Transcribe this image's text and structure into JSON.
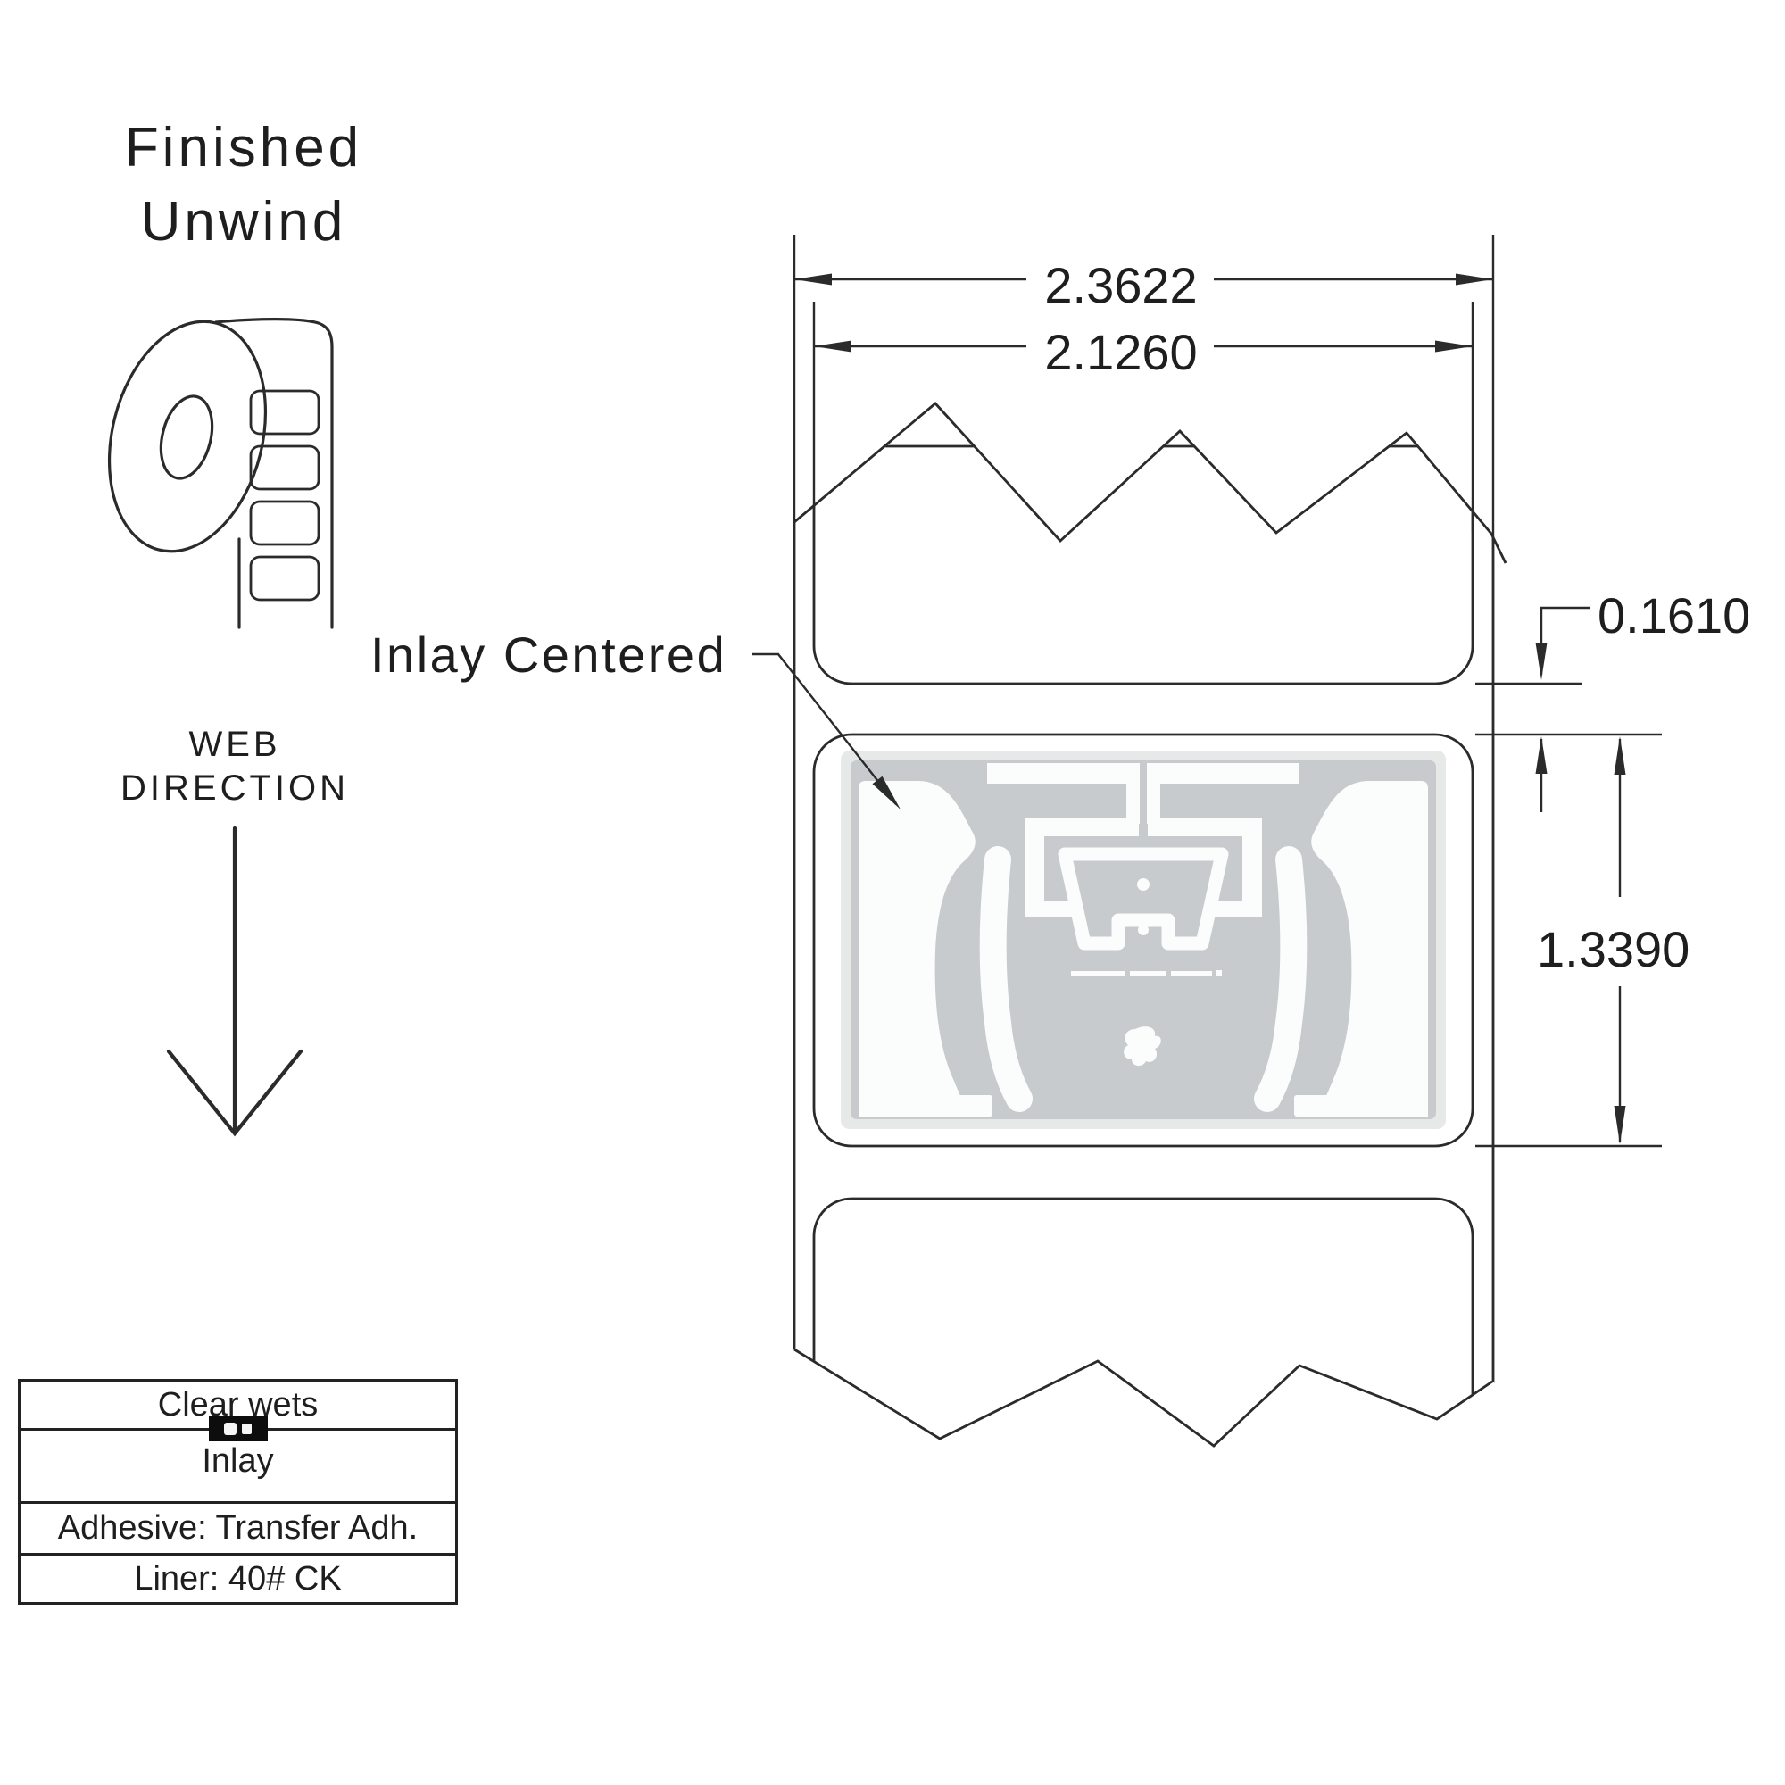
{
  "titles": {
    "finished_line1": "Finished",
    "finished_line2": "Unwind",
    "web_line1": "WEB",
    "web_line2": "DIRECTION",
    "inlay_centered": "Inlay Centered"
  },
  "dimensions": {
    "liner_width": "2.3622",
    "label_width": "2.1260",
    "label_gap": "0.1610",
    "label_height": "1.3390"
  },
  "construction_table": {
    "rows": [
      {
        "label": "Clear wets"
      },
      {
        "label": "Inlay",
        "icon": "rfid-chip-icon"
      },
      {
        "label": "Adhesive: Transfer Adh."
      },
      {
        "label": "Liner: 40# CK"
      }
    ]
  },
  "colors": {
    "paper": "#ffffff",
    "line": "#2b2b2b",
    "inlay_edge": "#e7e9e9",
    "inlay_substrate": "#c7cbcd",
    "antenna": "#fbfcfc"
  }
}
